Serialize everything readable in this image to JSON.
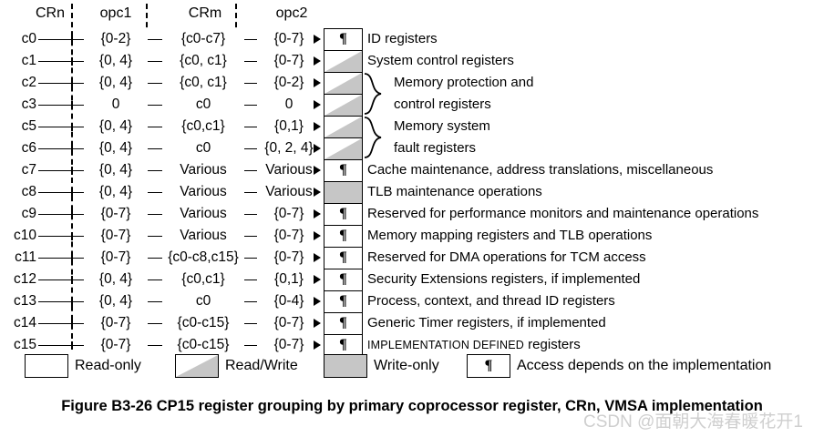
{
  "figure": {
    "caption": "Figure B3-26 CP15 register grouping by primary coprocessor register, CRn, VMSA implementation",
    "watermark": "CSDN @面朝大海春暖花开1"
  },
  "columns": [
    {
      "key": "crn",
      "label": "CRn"
    },
    {
      "key": "opc1",
      "label": "opc1"
    },
    {
      "key": "crm",
      "label": "CRm"
    },
    {
      "key": "opc2",
      "label": "opc2"
    }
  ],
  "access_types": {
    "read_only": "Read-only",
    "read_write": "Read/Write",
    "write_only": "Write-only",
    "implementation_defined": "Access depends on the implementation",
    "pilcrow_glyph": "¶"
  },
  "colors": {
    "gray_fill": "#c6c6c6",
    "line": "#000000",
    "background": "#ffffff",
    "watermark": "#cfcfcf"
  },
  "rows": [
    {
      "crn": "c0",
      "opc1": "{0-2}",
      "crm": "{c0-c7}",
      "opc2": "{0-7}",
      "access": "impl",
      "desc": "ID registers"
    },
    {
      "crn": "c1",
      "opc1": "{0, 4}",
      "crm": "{c0, c1}",
      "opc2": "{0-7}",
      "access": "rw",
      "desc": "System control registers"
    },
    {
      "crn": "c2",
      "opc1": "{0, 4}",
      "crm": "{c0, c1}",
      "opc2": "{0-2}",
      "access": "rw",
      "desc": ""
    },
    {
      "crn": "c3",
      "opc1": "0",
      "crm": "c0",
      "opc2": "0",
      "access": "rw",
      "desc": ""
    },
    {
      "crn": "c5",
      "opc1": "{0, 4}",
      "crm": "{c0,c1}",
      "opc2": "{0,1}",
      "access": "rw",
      "desc": ""
    },
    {
      "crn": "c6",
      "opc1": "{0, 4}",
      "crm": "c0",
      "opc2": "{0, 2, 4}",
      "access": "rw",
      "desc": ""
    },
    {
      "crn": "c7",
      "opc1": "{0, 4}",
      "crm": "Various",
      "opc2": "Various",
      "access": "impl",
      "desc": "Cache maintenance, address translations, miscellaneous"
    },
    {
      "crn": "c8",
      "opc1": "{0, 4}",
      "crm": "Various",
      "opc2": "Various",
      "access": "wo",
      "desc": "TLB maintenance operations"
    },
    {
      "crn": "c9",
      "opc1": "{0-7}",
      "crm": "Various",
      "opc2": "{0-7}",
      "access": "impl",
      "desc": "Reserved for performance monitors and maintenance operations"
    },
    {
      "crn": "c10",
      "opc1": "{0-7}",
      "crm": "Various",
      "opc2": "{0-7}",
      "access": "impl",
      "desc": "Memory mapping registers and TLB operations"
    },
    {
      "crn": "c11",
      "opc1": "{0-7}",
      "crm": "{c0-c8,c15}",
      "opc2": "{0-7}",
      "access": "impl",
      "desc": "Reserved for DMA operations for TCM access"
    },
    {
      "crn": "c12",
      "opc1": "{0, 4}",
      "crm": "{c0,c1}",
      "opc2": "{0,1}",
      "access": "impl",
      "desc": "Security Extensions registers, if implemented"
    },
    {
      "crn": "c13",
      "opc1": "{0, 4}",
      "crm": "c0",
      "opc2": "{0-4}",
      "access": "impl",
      "desc": "Process, context, and thread ID registers"
    },
    {
      "crn": "c14",
      "opc1": "{0-7}",
      "crm": "{c0-c15}",
      "opc2": "{0-7}",
      "access": "impl",
      "desc": "Generic Timer registers, if implemented"
    },
    {
      "crn": "c15",
      "opc1": "{0-7}",
      "crm": "{c0-c15}",
      "opc2": "{0-7}",
      "access": "impl",
      "desc_smallcaps": "IMPLEMENTATION DEFINED",
      "desc": " registers"
    }
  ],
  "grouped_descriptions": [
    {
      "line1": "Memory protection and",
      "line2": "control registers"
    },
    {
      "line1": "Memory system",
      "line2": "fault registers"
    }
  ],
  "legend": [
    {
      "type": "read_only",
      "label": "Read-only"
    },
    {
      "type": "read_write",
      "label": "Read/Write"
    },
    {
      "type": "write_only",
      "label": "Write-only"
    },
    {
      "type": "impl",
      "label": "Access depends on the implementation",
      "glyph": "¶"
    }
  ]
}
